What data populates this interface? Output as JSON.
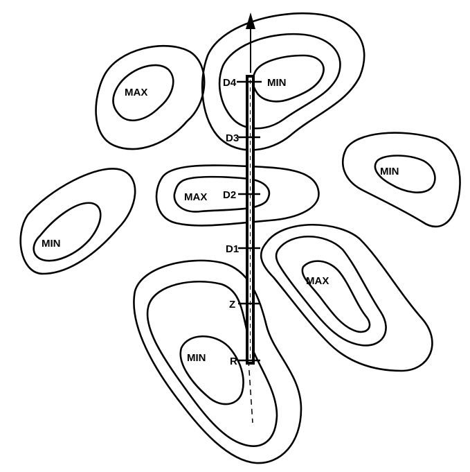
{
  "extrema": {
    "max_top_left": "MAX",
    "min_top": "MIN",
    "min_right": "MIN",
    "max_center": "MAX",
    "min_left": "MIN",
    "max_lower_right": "MAX",
    "min_bottom": "MIN"
  },
  "path_points": {
    "d4": "D4",
    "d3": "D3",
    "d2": "D2",
    "d1": "D1",
    "z": "Z",
    "r": "R"
  }
}
